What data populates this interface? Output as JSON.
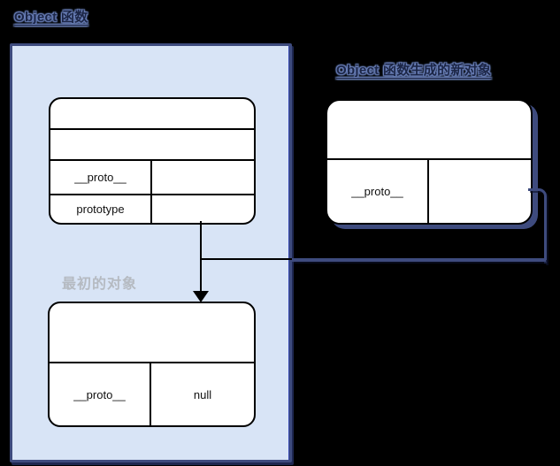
{
  "colors": {
    "background": "#000000",
    "panel_fill": "#d8e4f6",
    "accent_navy": "#3e4b7e",
    "box_border": "#000000",
    "muted_label": "#b5bac1",
    "title_fill": "#1c2646",
    "title_glow": "#6b80ba"
  },
  "panel": {
    "title": "Object 函数"
  },
  "boxes": {
    "object_function": {
      "proto_label": "__proto__",
      "prototype_label": "prototype"
    },
    "new_object": {
      "title": "Object 函数生成的新对象",
      "proto_label": "__proto__"
    },
    "initial_object": {
      "label": "最初的对象",
      "proto_label": "__proto__",
      "proto_value": "null"
    }
  }
}
